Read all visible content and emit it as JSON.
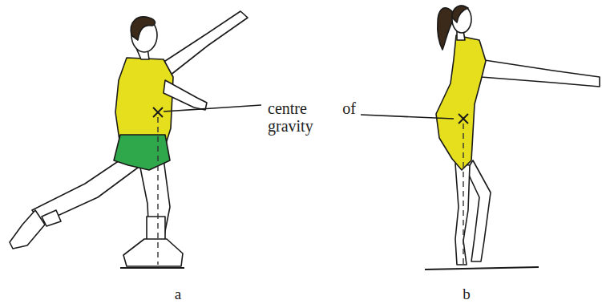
{
  "diagram": {
    "labels": [
      "centre of gravity",
      "a",
      "b"
    ]
  }
}
